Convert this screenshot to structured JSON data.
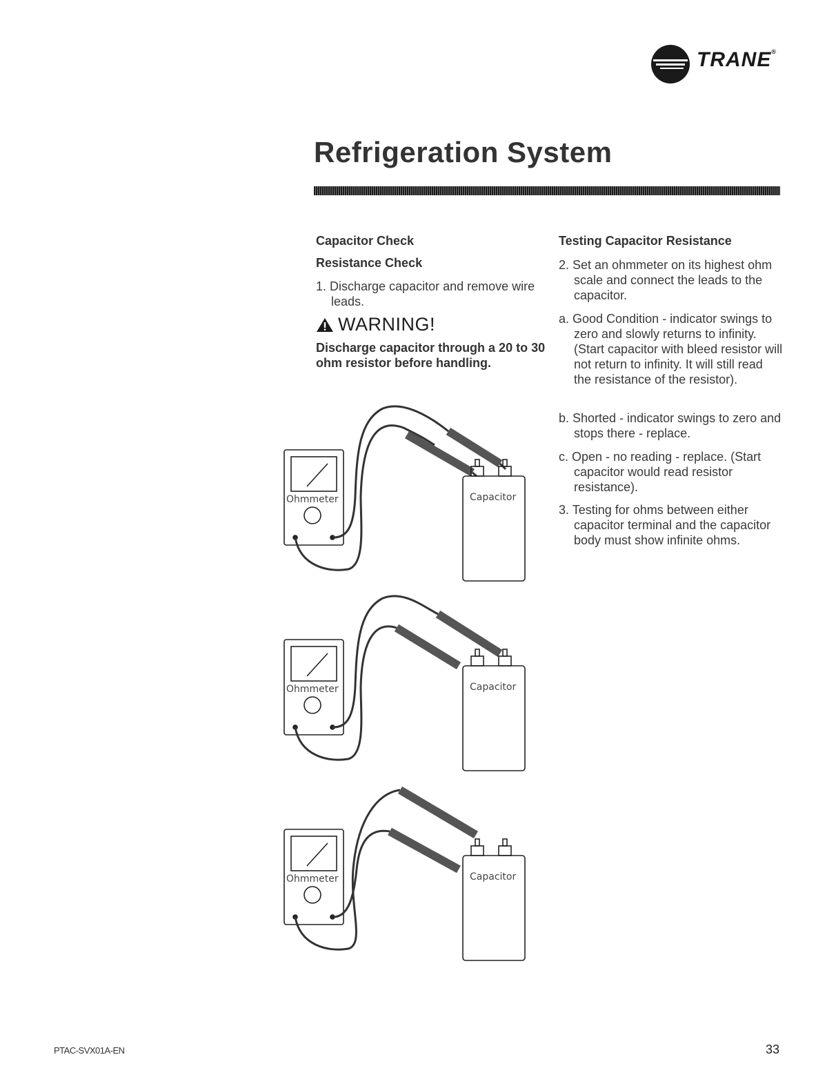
{
  "header": {
    "logo_text": "TRANE",
    "logo_mark": "®",
    "title": "Refrigeration System"
  },
  "left": {
    "heading1": "Capacitor Check",
    "heading2": "Resistance Check",
    "step1": "1. Discharge capacitor and remove wire leads.",
    "warning_icon": "warning-triangle-icon",
    "warning_title": "WARNING!",
    "warning_body": "Discharge capacitor through a 20 to 30 ohm resistor before handling."
  },
  "right": {
    "heading": "Testing Capacitor Resistance",
    "items": [
      "2. Set an ohmmeter on its highest ohm scale and connect the leads to the capacitor.",
      "a. Good Condition - indicator swings to zero and slowly returns to infinity. (Start capacitor with bleed resistor will not return to infinity. It will still read the resistance of the resistor).",
      "b. Shorted - indicator swings to zero and stops there - replace.",
      "c. Open - no reading - replace. (Start capacitor would read resistor resistance).",
      "3. Testing for ohms between either capacitor terminal and the capacitor body must show infinite ohms."
    ]
  },
  "diagrams": [
    {
      "meter_label": "Ohmmeter",
      "capacitor_label": "Capacitor"
    },
    {
      "meter_label": "Ohmmeter",
      "capacitor_label": "Capacitor"
    },
    {
      "meter_label": "Ohmmeter",
      "capacitor_label": "Capacitor"
    }
  ],
  "footer": {
    "doc_number": "PTAC-SVX01A-EN",
    "page_number": "33"
  }
}
